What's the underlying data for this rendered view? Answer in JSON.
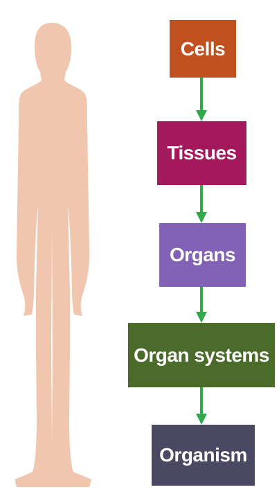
{
  "hierarchy": {
    "levels": [
      {
        "label": "Cells",
        "color": "#c0501f"
      },
      {
        "label": "Tissues",
        "color": "#a3195b"
      },
      {
        "label": "Organs",
        "color": "#8162b5"
      },
      {
        "label": "Organ systems",
        "color": "#4a6b2a"
      },
      {
        "label": "Organism",
        "color": "#4a4862"
      }
    ],
    "arrow_color": "#2eaa4a"
  },
  "figure": {
    "icon": "human-body-silhouette-icon",
    "color": "#f0c7ae"
  }
}
